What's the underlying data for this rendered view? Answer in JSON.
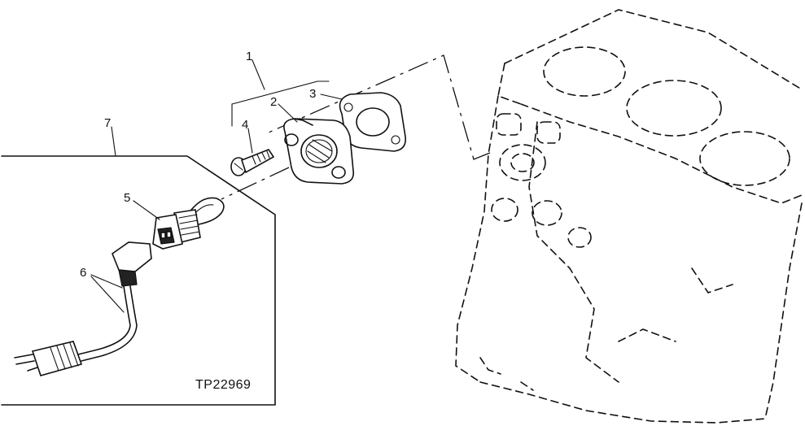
{
  "diagram": {
    "figure_id": "TP22969",
    "callouts": [
      {
        "id": "1",
        "label": "1"
      },
      {
        "id": "2",
        "label": "2"
      },
      {
        "id": "3",
        "label": "3"
      },
      {
        "id": "4",
        "label": "4"
      },
      {
        "id": "5",
        "label": "5"
      },
      {
        "id": "6",
        "label": "6"
      },
      {
        "id": "7",
        "label": "7"
      }
    ]
  }
}
